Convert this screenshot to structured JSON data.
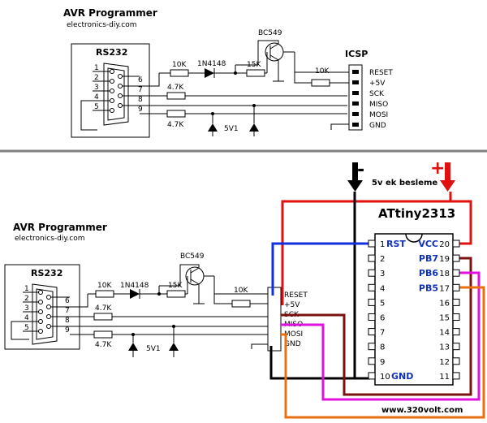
{
  "top": {
    "title": "AVR Programmer",
    "site": "electronics-diy.com",
    "rs232_label": "RS232",
    "db9_pins_left": [
      "1",
      "2",
      "3",
      "4",
      "5"
    ],
    "db9_pins_right": [
      "6",
      "7",
      "8",
      "9"
    ],
    "transistor": "BC549",
    "res_10k": "10K",
    "diode": "1N4148",
    "res_15k": "15K",
    "res_47k_1": "4.7K",
    "res_47k_2": "4.7K",
    "zener": "5V1",
    "icsp_label": "ICSP",
    "res_10k_out": "10K",
    "icsp_pins": [
      "RESET",
      "+5V",
      "SCK",
      "MISO",
      "MOSI",
      "GND"
    ]
  },
  "bottom": {
    "title": "AVR Programmer",
    "site": "electronics-diy.com",
    "rs232_label": "RS232",
    "db9_pins_left": [
      "1",
      "2",
      "3",
      "4",
      "5"
    ],
    "db9_pins_right": [
      "6",
      "7",
      "8",
      "9"
    ],
    "transistor": "BC549",
    "res_10k": "10K",
    "diode": "1N4148",
    "res_15k": "15K",
    "res_47k_1": "4.7K",
    "res_47k_2": "4.7K",
    "zener": "5V1",
    "res_10k_out": "10K",
    "icsp_pins": [
      "RESET",
      "+5V",
      "SCK",
      "MISO",
      "MOSI",
      "GND"
    ],
    "supply_minus": "-",
    "supply_plus": "+",
    "supply_note": "5v ek besleme",
    "chip_name": "ATtiny2313",
    "chip_left_pins": [
      {
        "num": "1",
        "name": "RST"
      },
      {
        "num": "2",
        "name": ""
      },
      {
        "num": "3",
        "name": ""
      },
      {
        "num": "4",
        "name": ""
      },
      {
        "num": "5",
        "name": ""
      },
      {
        "num": "6",
        "name": ""
      },
      {
        "num": "7",
        "name": ""
      },
      {
        "num": "8",
        "name": ""
      },
      {
        "num": "9",
        "name": ""
      },
      {
        "num": "10",
        "name": "GND"
      }
    ],
    "chip_right_pins": [
      {
        "num": "20",
        "name": "VCC"
      },
      {
        "num": "19",
        "name": "PB7"
      },
      {
        "num": "18",
        "name": "PB6"
      },
      {
        "num": "17",
        "name": "PB5"
      },
      {
        "num": "16",
        "name": ""
      },
      {
        "num": "15",
        "name": ""
      },
      {
        "num": "14",
        "name": ""
      },
      {
        "num": "13",
        "name": ""
      },
      {
        "num": "12",
        "name": ""
      },
      {
        "num": "11",
        "name": ""
      }
    ],
    "website": "www.320volt.com",
    "wire_colors": {
      "vcc": "#e01010",
      "gnd": "#000000",
      "reset": "#1030e0",
      "sck": "#7a1010",
      "miso": "#e010e0",
      "mosi": "#e87010"
    }
  }
}
